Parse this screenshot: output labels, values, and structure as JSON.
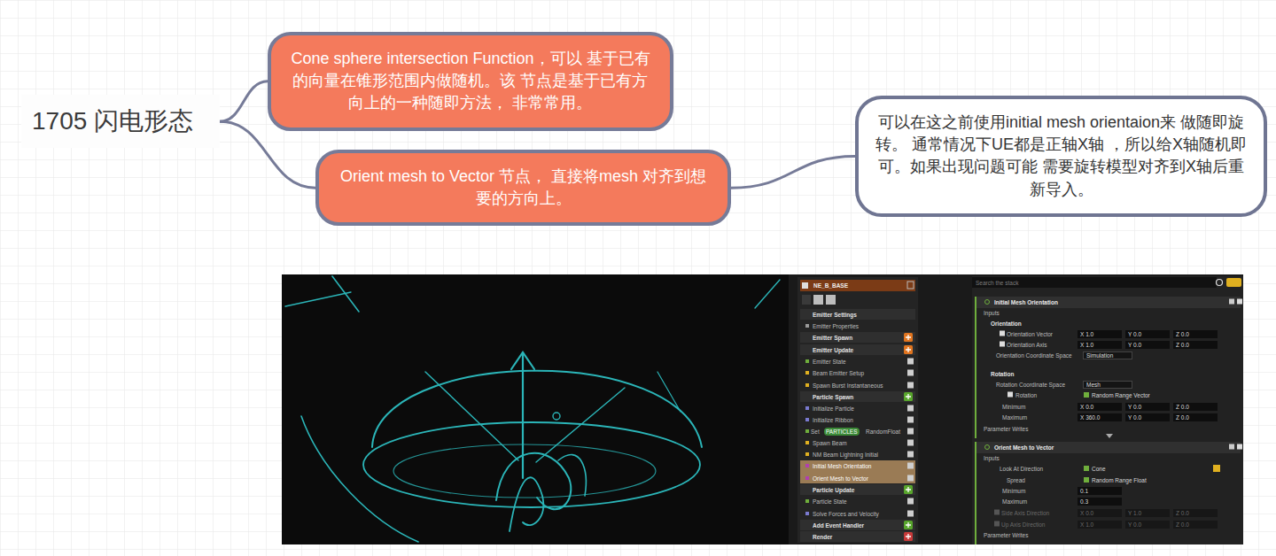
{
  "diagram": {
    "nodes": [
      {
        "text": [
          "1705 闪电形态"
        ]
      },
      {
        "text": [
          "Cone sphere intersection Function，可以 基于已有的向量在锥形范围内做随机。该 节点是基于已有方向上的一种随即方法， 非常常用。"
        ]
      },
      {
        "text": [
          "Orient mesh to Vector 节点， 直接将mesh 对齐到想要的方向上。"
        ]
      },
      {
        "text": [
          "可以在这之前使用initial mesh orientaion来 做随即旋转。 通常情况下UE都是正轴X轴 ，所以给X轴随机即可。如果出现问题可能 需要旋转模型对齐到X轴后重新导入。"
        ]
      }
    ],
    "edges": [
      {
        "from": 0,
        "to": 1,
        "arrow": "none"
      },
      {
        "from": 0,
        "to": 2,
        "arrow": "none"
      },
      {
        "from": 2,
        "to": 3,
        "arrow": "none"
      }
    ],
    "labels": [
      "NE_B_BASE",
      "Emitter Settings",
      "Emitter Properties",
      "Emitter Spawn",
      "Emitter Update",
      "Emitter State",
      "Beam Emitter Setup",
      "Spawn Burst Instantaneous",
      "Particle Spawn",
      "Initialize Particle",
      "Initialize Ribbon",
      "Set",
      "PARTICLES",
      "RandomFloat",
      "Spawn Beam",
      "NM Beam Lightning Initial",
      "Initial Mesh Orientation",
      "Orient Mesh to Vector",
      "Particle Update",
      "Particle State",
      "Solve Forces and Velocity",
      "Add Event Handler",
      "Render",
      "Search the stack",
      "Initial Mesh Orientation",
      "Inputs",
      "Orientation",
      "Orientation Vector",
      "X 1.0",
      "Y 0.0",
      "Z 0.0",
      "Orientation Axis",
      "X 1.0",
      "Y 0.0",
      "Z 0.0",
      "Orientation Coordinate Space",
      "Simulation",
      "Rotation",
      "Rotation Coordinate Space",
      "Mesh",
      "Rotation",
      "Random Range Vector",
      "Minimum",
      "X 0.0",
      "Y 0.0",
      "Z 0.0",
      "Maximum",
      "X 360.0",
      "Y 0.0",
      "Z 0.0",
      "Parameter Writes",
      "Orient Mesh to Vector",
      "Inputs",
      "Look At Direction",
      "Cone",
      "Spread",
      "Random Range Float",
      "Minimum",
      "0.1",
      "Maximum",
      "0.3",
      "Side Axis Direction",
      "X 0.0",
      "Y 1.0",
      "Z 0.0",
      "Up Axis Direction",
      "X 1.0",
      "Y 0.0",
      "Z 0.0",
      "Parameter Writes"
    ]
  }
}
